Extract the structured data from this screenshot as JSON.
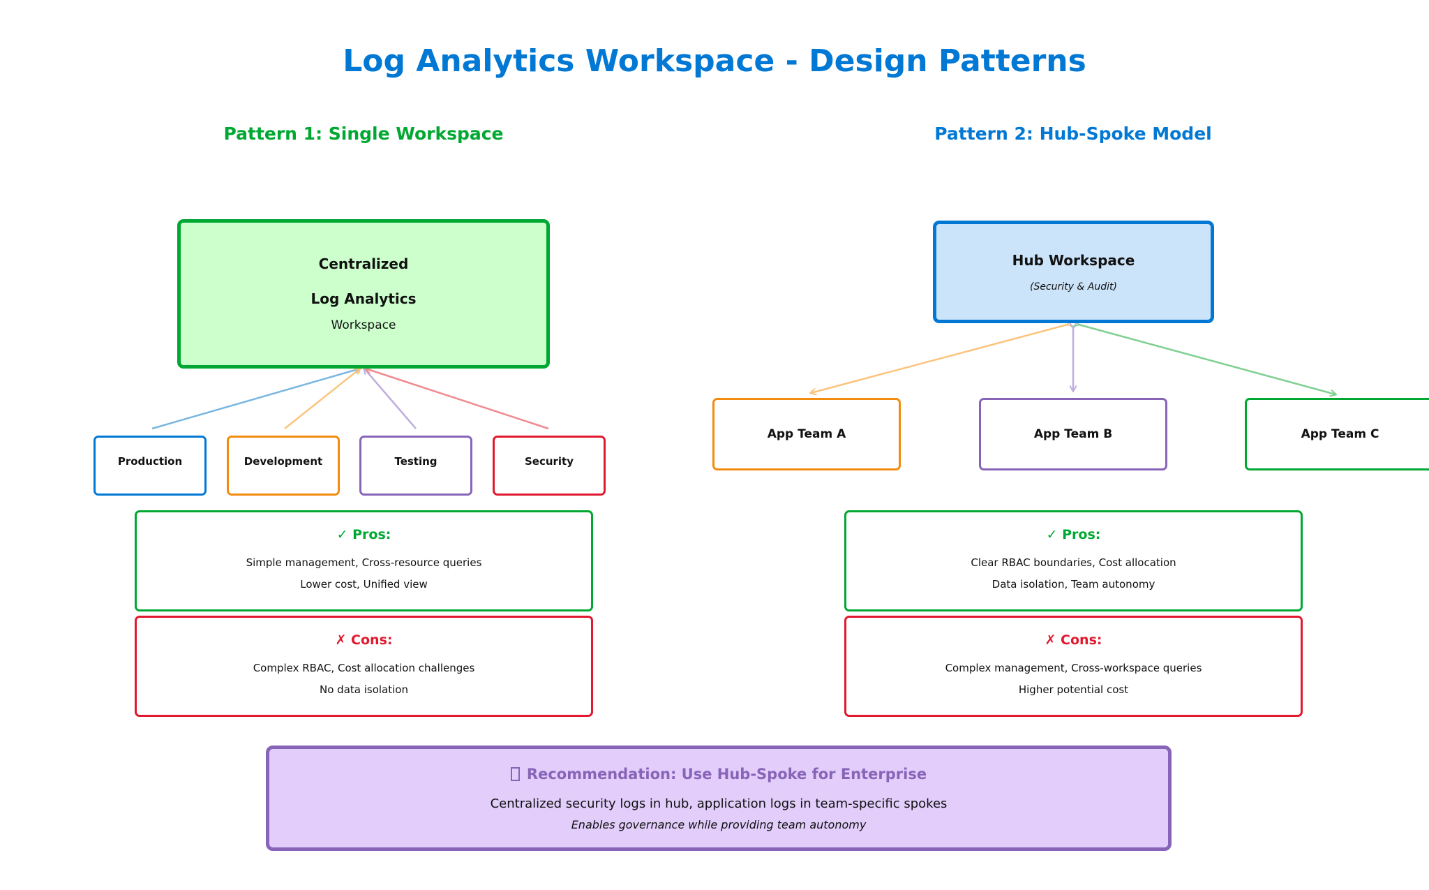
{
  "title": "Log Analytics Workspace - Design Patterns",
  "pattern1": {
    "title": "Pattern 1: Single Workspace",
    "central": {
      "line1": "Centralized",
      "line2": "Log Analytics",
      "line3": "Workspace"
    },
    "sources": [
      "Production",
      "Development",
      "Testing",
      "Security"
    ],
    "pros": {
      "heading": "✓ Pros:",
      "line1": "Simple management, Cross-resource queries",
      "line2": "Lower cost, Unified view"
    },
    "cons": {
      "heading": "✗ Cons:",
      "line1": "Complex RBAC, Cost allocation challenges",
      "line2": "No data isolation"
    }
  },
  "pattern2": {
    "title": "Pattern 2: Hub-Spoke Model",
    "hub": {
      "title": "Hub Workspace",
      "subtitle": "(Security & Audit)"
    },
    "teams": [
      "App Team A",
      "App Team B",
      "App Team C"
    ],
    "pros": {
      "heading": "✓ Pros:",
      "line1": "Clear RBAC boundaries, Cost allocation",
      "line2": "Data isolation, Team autonomy"
    },
    "cons": {
      "heading": "✗ Cons:",
      "line1": "Complex management, Cross-workspace queries",
      "line2": "Higher potential cost"
    }
  },
  "recommendation": {
    "icon": "lightbulb-icon",
    "heading": "Recommendation: Use Hub-Spoke for Enterprise",
    "line1": "Centralized security logs in hub, application logs in team-specific spokes",
    "line2": "Enables governance while providing team autonomy"
  },
  "colors": {
    "blue": "#0078d4",
    "green": "#00a832",
    "orange": "#f28c0f",
    "purple": "#8764b8",
    "red": "#e0192e",
    "central_fill": "#ccffcc",
    "hub_fill": "#cce4fa",
    "rec_fill": "#e2cdfb"
  }
}
